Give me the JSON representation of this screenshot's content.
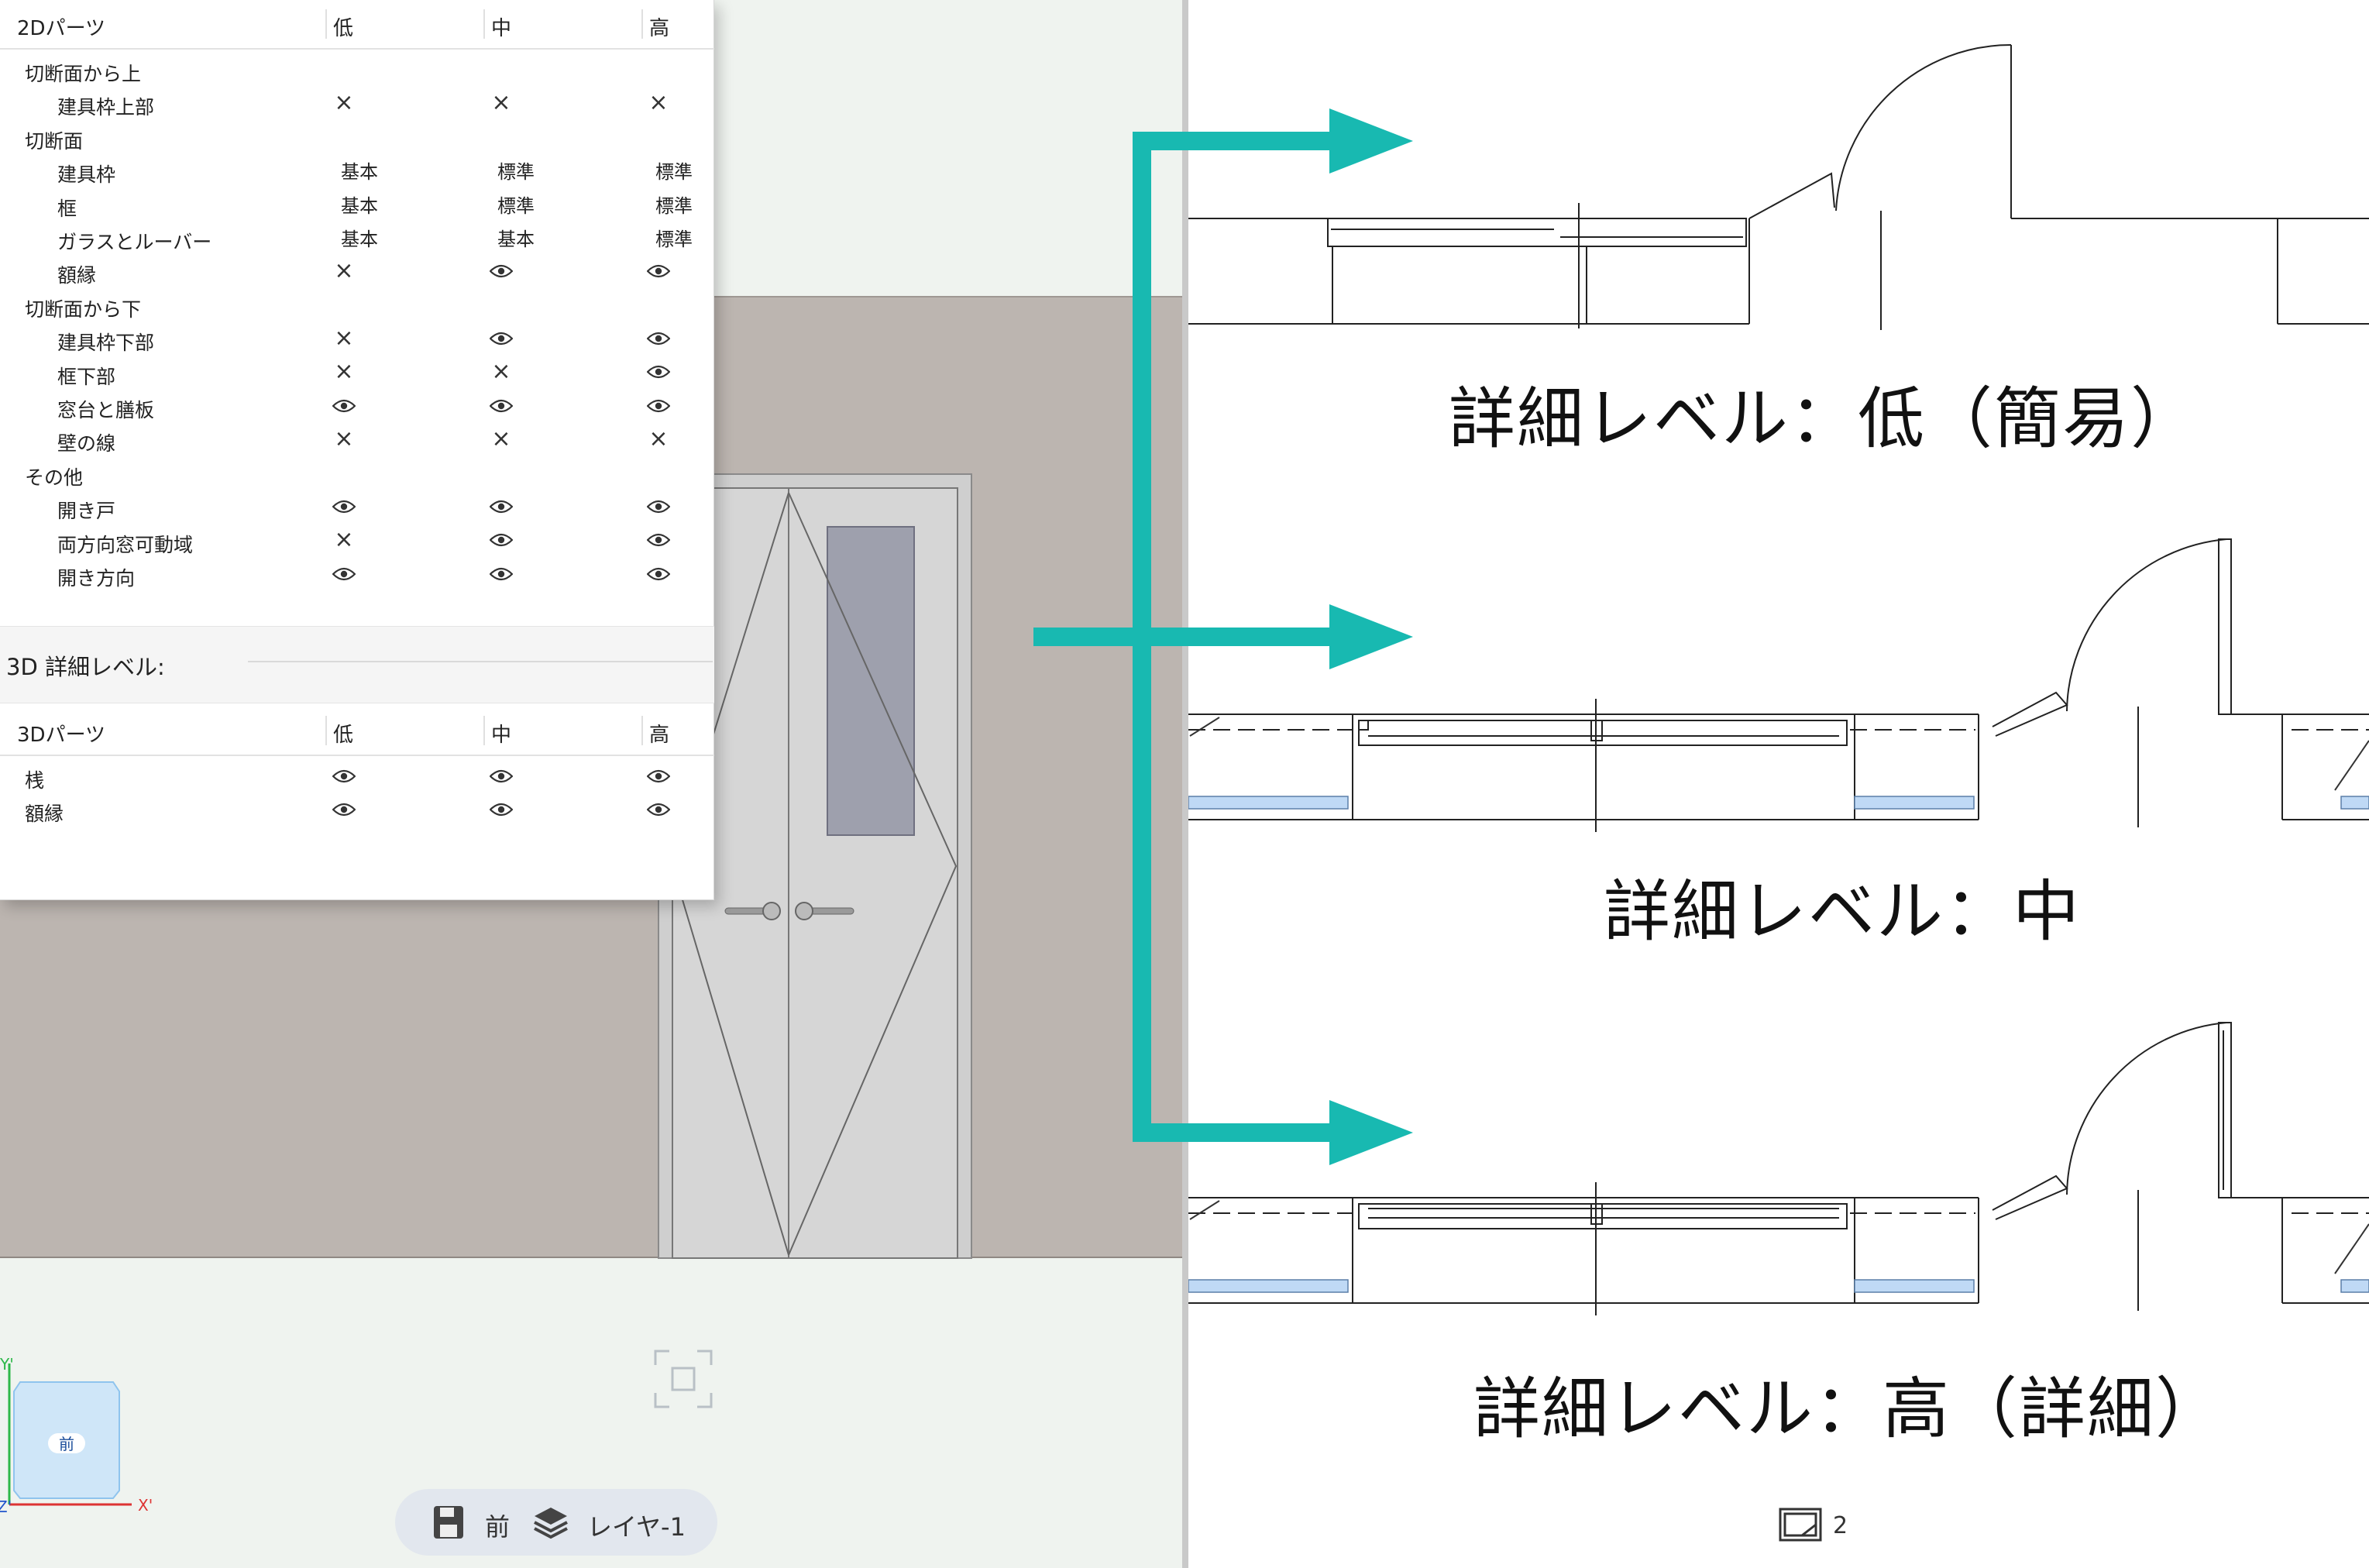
{
  "table2d": {
    "header": {
      "part": "2Dパーツ",
      "low": "低",
      "mid": "中",
      "high": "高"
    },
    "rows": [
      {
        "type": "cat",
        "label": "切断面から上"
      },
      {
        "type": "sub",
        "label": "建具枠上部",
        "low": "×",
        "mid": "×",
        "high": "×"
      },
      {
        "type": "cat",
        "label": "切断面"
      },
      {
        "type": "sub",
        "label": "建具枠",
        "low": "基本",
        "mid": "標準",
        "high": "標準"
      },
      {
        "type": "sub",
        "label": "框",
        "low": "基本",
        "mid": "標準",
        "high": "標準"
      },
      {
        "type": "sub",
        "label": "ガラスとルーバー",
        "low": "基本",
        "mid": "基本",
        "high": "標準"
      },
      {
        "type": "sub",
        "label": "額縁",
        "low": "×",
        "mid": "eye",
        "high": "eye"
      },
      {
        "type": "cat",
        "label": "切断面から下"
      },
      {
        "type": "sub",
        "label": "建具枠下部",
        "low": "×",
        "mid": "eye",
        "high": "eye"
      },
      {
        "type": "sub",
        "label": "框下部",
        "low": "×",
        "mid": "×",
        "high": "eye"
      },
      {
        "type": "sub",
        "label": "窓台と膳板",
        "low": "eye",
        "mid": "eye",
        "high": "eye"
      },
      {
        "type": "sub",
        "label": "壁の線",
        "low": "×",
        "mid": "×",
        "high": "×"
      },
      {
        "type": "cat",
        "label": "その他"
      },
      {
        "type": "sub",
        "label": "開き戸",
        "low": "eye",
        "mid": "eye",
        "high": "eye"
      },
      {
        "type": "sub",
        "label": "両方向窓可動域",
        "low": "×",
        "mid": "eye",
        "high": "eye"
      },
      {
        "type": "sub",
        "label": "開き方向",
        "low": "eye",
        "mid": "eye",
        "high": "eye"
      }
    ]
  },
  "section3d": {
    "label": "3D 詳細レベル:"
  },
  "table3d": {
    "header": {
      "part": "3Dパーツ",
      "low": "低",
      "mid": "中",
      "high": "高"
    },
    "rows": [
      {
        "type": "cat",
        "label": "桟",
        "low": "eye",
        "mid": "eye",
        "high": "eye"
      },
      {
        "type": "cat",
        "label": "額縁",
        "low": "eye",
        "mid": "eye",
        "high": "eye"
      }
    ]
  },
  "nav_cube": {
    "face": "前",
    "axis_x": "X'",
    "axis_y": "Y'",
    "axis_z": "Z'"
  },
  "view_status": {
    "view": "前",
    "layer": "レイヤ-1",
    "view_icon": "save-view-icon",
    "layer_icon": "layers-icon"
  },
  "drawing": {
    "captions": {
      "low": "詳細レベル：低（簡易）",
      "mid": "詳細レベル：中",
      "high": "詳細レベル：高（詳細）"
    },
    "sheet_count": "2",
    "sheet_icon": "sheet-icon"
  },
  "colors": {
    "arrow": "#18b9b1",
    "wall": "#bcb5b0",
    "viewport_bg": "#eff3ef",
    "glass": "#9ea0ad",
    "insulation": "#bfd9f5"
  }
}
